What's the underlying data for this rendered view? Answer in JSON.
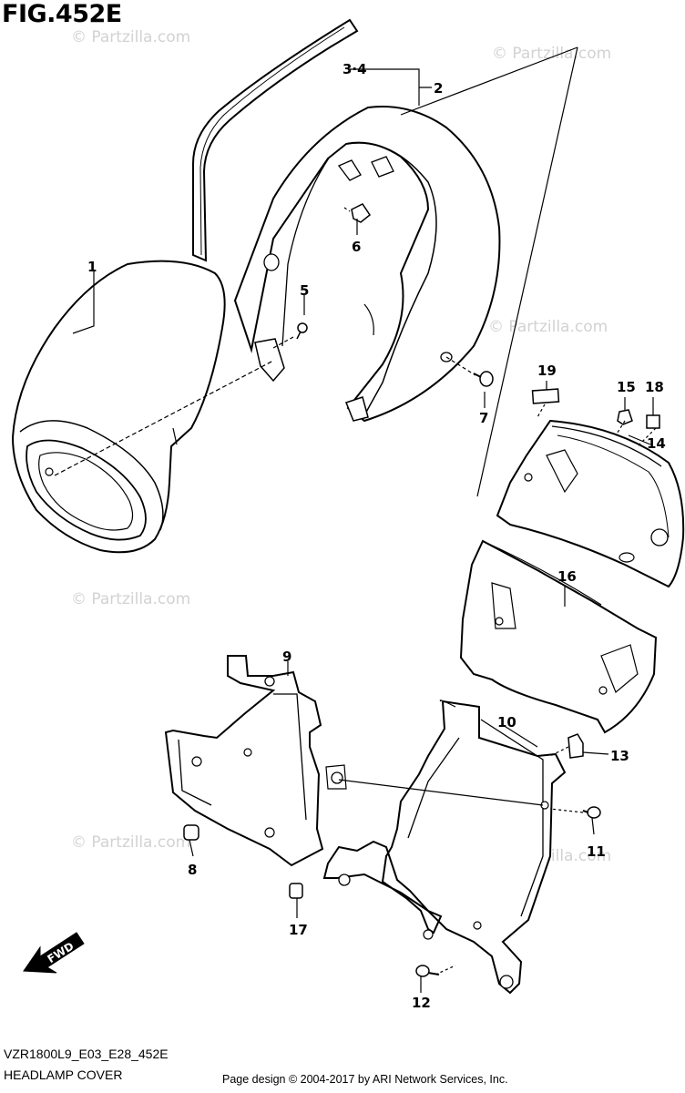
{
  "figure": {
    "title": "FIG.452E",
    "code": "VZR1800L9_E03_E28_452E",
    "subtitle": "HEADLAMP COVER",
    "copyright": "Page design © 2004-2017 by ARI Network Services, Inc."
  },
  "watermark": "© Partzilla.com",
  "fwd_label": "FWD",
  "callouts": {
    "c1": "1",
    "c2": "2",
    "c34": "3·4",
    "c5": "5",
    "c6": "6",
    "c7": "7",
    "c8": "8",
    "c9": "9",
    "c10": "10",
    "c11": "11",
    "c12": "12",
    "c13": "13",
    "c14": "14",
    "c15": "15",
    "c16": "16",
    "c17": "17",
    "c18": "18",
    "c19": "19"
  }
}
